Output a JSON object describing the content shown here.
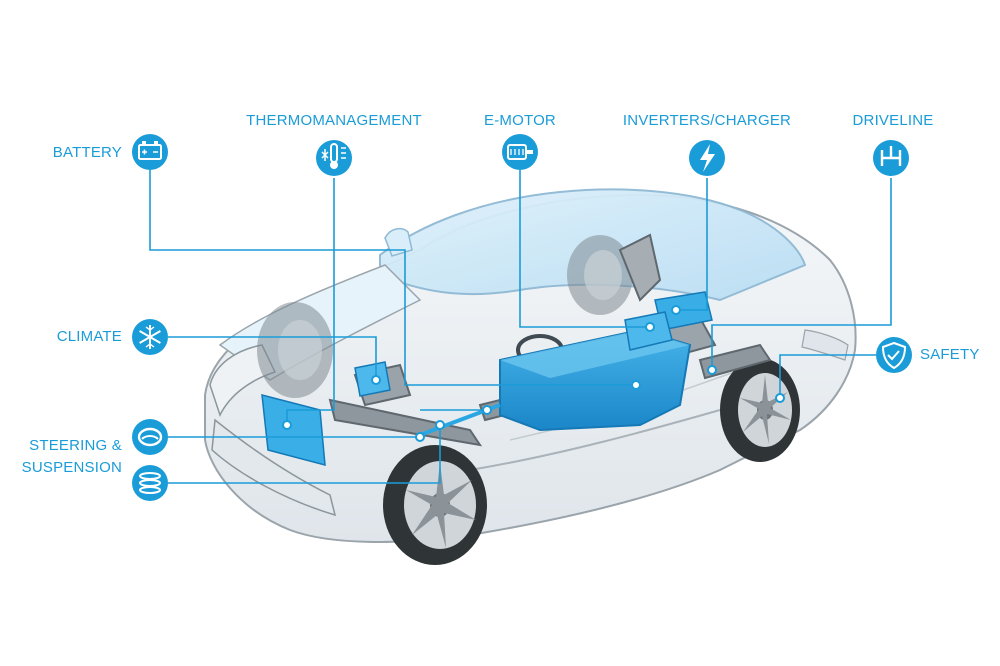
{
  "accent": "#1a9cd8",
  "labels": {
    "battery": "BATTERY",
    "thermo": "THERMOMANAGEMENT",
    "emotor": "E-MOTOR",
    "inverters": "INVERTERS/CHARGER",
    "driveline": "DRIVELINE",
    "climate": "CLIMATE",
    "safety": "SAFETY",
    "steering": "STEERING &",
    "suspension": "SUSPENSION"
  },
  "icons": {
    "battery": "battery-icon",
    "thermo": "thermometer-snowflake-icon",
    "emotor": "motor-icon",
    "inverters": "lightning-bolt-icon",
    "driveline": "axle-icon",
    "climate": "snowflake-icon",
    "safety": "shield-check-icon",
    "steering": "steering-wheel-icon",
    "suspension": "spring-coil-icon"
  }
}
